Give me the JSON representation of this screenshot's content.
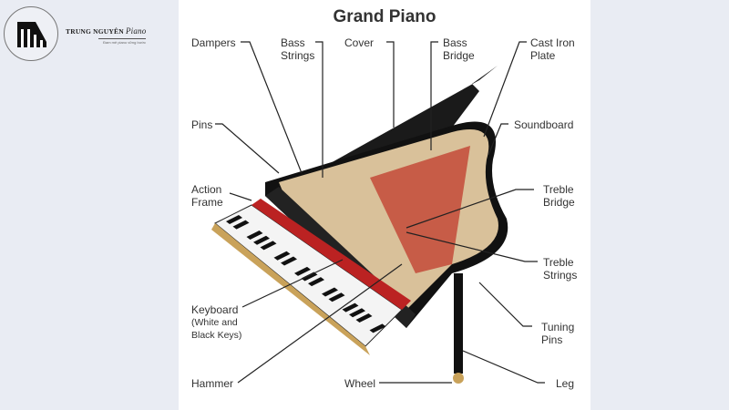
{
  "logo": {
    "brand": "TRUNG NGUYÊN",
    "brand_script": "Piano",
    "tagline": "Đam mê piano vững bước"
  },
  "diagram": {
    "title": "Grand Piano",
    "labels": {
      "dampers": "Dampers",
      "bass_strings": "Bass\nStrings",
      "cover": "Cover",
      "bass_bridge": "Bass\nBridge",
      "cast_iron_plate": "Cast Iron\nPlate",
      "pins": "Pins",
      "soundboard": "Soundboard",
      "action_frame": "Action\nFrame",
      "treble_bridge": "Treble\nBridge",
      "treble_strings": "Treble\nStrings",
      "keyboard": "Keyboard",
      "keyboard_note": "(White and\nBlack Keys)",
      "tuning_pins": "Tuning\nPins",
      "hammer": "Hammer",
      "wheel": "Wheel",
      "leg": "Leg"
    }
  }
}
